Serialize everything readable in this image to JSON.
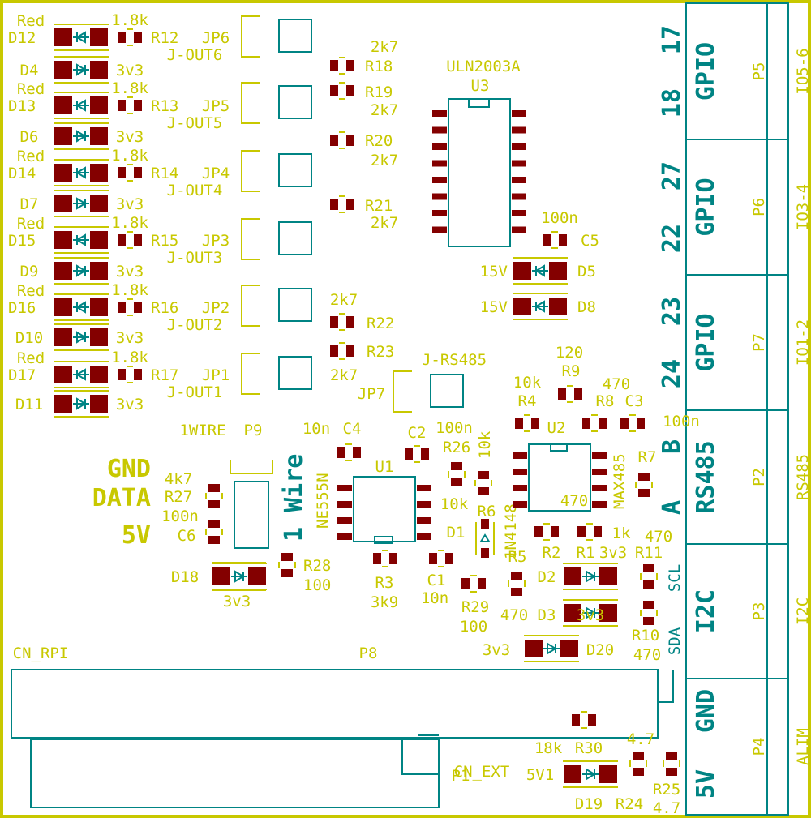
{
  "colors": {
    "background": "#ffffff",
    "board_outline": "#c8c800",
    "silk": "#c8c800",
    "pad": "#840000",
    "fab": "#008484",
    "bold_label": "#008484"
  },
  "leds": [
    {
      "ref": "D12",
      "value": "Red",
      "r_ref": "R12",
      "r_value": "1.8k",
      "jp": "JP6",
      "jp_value": "J-OUT6"
    },
    {
      "ref": "D13",
      "value": "Red",
      "r_ref": "R13",
      "r_value": "1.8k",
      "jp": "JP5",
      "jp_value": "J-OUT5"
    },
    {
      "ref": "D14",
      "value": "Red",
      "r_ref": "R14",
      "r_value": "1.8k",
      "jp": "JP4",
      "jp_value": "J-OUT4"
    },
    {
      "ref": "D15",
      "value": "Red",
      "r_ref": "R15",
      "r_value": "1.8k",
      "jp": "JP3",
      "jp_value": "J-OUT3"
    },
    {
      "ref": "D16",
      "value": "Red",
      "r_ref": "R16",
      "r_value": "1.8k",
      "jp": "JP2",
      "jp_value": "J-OUT2"
    },
    {
      "ref": "D17",
      "value": "Red",
      "r_ref": "R17",
      "r_value": "1.8k",
      "jp": "JP1",
      "jp_value": "J-OUT1"
    }
  ],
  "zeners": [
    {
      "ref": "D4",
      "value": "3v3"
    },
    {
      "ref": "D6",
      "value": "3v3"
    },
    {
      "ref": "D7",
      "value": "3v3"
    },
    {
      "ref": "D9",
      "value": "3v3"
    },
    {
      "ref": "D10",
      "value": "3v3"
    },
    {
      "ref": "D11",
      "value": "3v3"
    }
  ],
  "mid_resistors": [
    {
      "ref": "R18",
      "value": "2k7"
    },
    {
      "ref": "R19",
      "value": "2k7"
    },
    {
      "ref": "R20",
      "value": "2k7"
    },
    {
      "ref": "R21",
      "value": "2k7"
    },
    {
      "ref": "R22",
      "value": "2k7"
    },
    {
      "ref": "R23",
      "value": "2k7"
    }
  ],
  "u3": {
    "ref": "U3",
    "value": "ULN2003A"
  },
  "c5": {
    "ref": "C5",
    "value": "100n"
  },
  "d5": {
    "ref": "D5",
    "value": "15V"
  },
  "d8": {
    "ref": "D8",
    "value": "15V"
  },
  "jp7": {
    "ref": "JP7",
    "value": "J-RS485"
  },
  "onewire": {
    "p9_value": "1WIRE",
    "p9_ref": "P9",
    "gnd": "GND",
    "data": "DATA",
    "v5": "5V",
    "r27_value": "4k7",
    "r27_ref": "R27",
    "c6_value": "100n",
    "c6_ref": "C6",
    "d18_ref": "D18",
    "d18_value": "3v3",
    "r28_ref": "R28",
    "r28_value": "100",
    "title": "1 Wire"
  },
  "u1": {
    "ref": "U1",
    "value": "NE555N",
    "c4_value": "10n",
    "c4_ref": "C4",
    "c2_ref": "C2",
    "c2_value": "100n",
    "r3_ref": "R3",
    "r3_value": "3k9",
    "c1_ref": "C1",
    "c1_value": "10n"
  },
  "misc": {
    "r26_ref": "R26",
    "r26_value": "10k",
    "r6_value": "10k",
    "r6_ref": "R6",
    "d1_ref": "D1",
    "d1_value": "1N4148",
    "r29_ref": "R29",
    "r29_value": "100",
    "r5_ref": "R5",
    "r5_value": "470",
    "d2_ref": "D2",
    "d3_ref": "D3",
    "d3_value": "3v3",
    "d20_value": "3v3",
    "d20_ref": "D20"
  },
  "u2": {
    "ref": "U2",
    "value": "MAX485",
    "r9_value": "120",
    "r9_ref": "R9",
    "r4_value": "10k",
    "r4_ref": "R4",
    "r8_value": "470",
    "r8_ref": "R8",
    "c3_ref": "C3",
    "c3_value": "100n",
    "r7_ref": "R7",
    "r7_value": "470",
    "r2_value": "470",
    "r2_ref": "R2",
    "r1_value": "1k",
    "r1_ref": "R1",
    "d2_value": "3v3",
    "r11_ref": "R11",
    "r11_value": "470",
    "r10_ref": "R10",
    "r10_value": "470"
  },
  "connectors": {
    "p8_ref": "P8",
    "cn_rpi": "CN_RPI",
    "p1_ref": "P1",
    "cn_ext": "CN_EXT",
    "r30_value": "18k",
    "r30_ref": "R30",
    "d19_value": "5V1",
    "d19_ref": "D19",
    "r24_value": "4.7",
    "r24_ref": "R24",
    "r25_ref": "R25",
    "r25_value": "4.7"
  },
  "terminals": [
    {
      "ref": "P5",
      "group": "IO5-6",
      "big": [
        "17",
        "18"
      ],
      "mid": "GPIO"
    },
    {
      "ref": "P6",
      "group": "IO3-4",
      "big": [
        "27",
        "22"
      ],
      "mid": "GPIO"
    },
    {
      "ref": "P7",
      "group": "IO1-2",
      "big": [
        "23",
        "24"
      ],
      "mid": "GPIO"
    },
    {
      "ref": "P2",
      "group": "RS485",
      "big": [
        "B",
        "A"
      ],
      "mid": "RS485"
    },
    {
      "ref": "P3",
      "group": "I2C",
      "big": [
        "SCL",
        "SDA"
      ],
      "mid": "I2C"
    },
    {
      "ref": "P4",
      "group": "ALIM",
      "big": [
        "GND",
        "5V"
      ],
      "mid": ""
    }
  ]
}
